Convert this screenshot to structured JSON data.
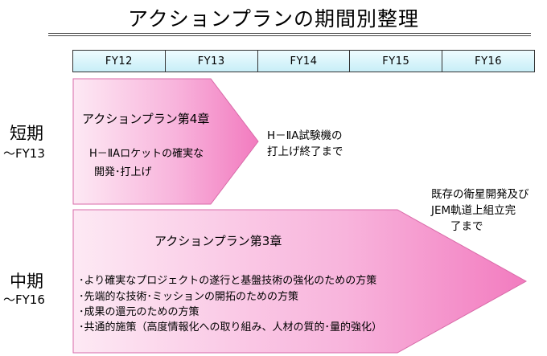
{
  "title": "アクションプランの期間別整理",
  "timeline": [
    "FY12",
    "FY13",
    "FY14",
    "FY15",
    "FY16"
  ],
  "periods": {
    "short": {
      "name": "短期",
      "range": "～FY13"
    },
    "mid": {
      "name": "中期",
      "range": "～FY16"
    }
  },
  "chapter4": {
    "title": "アクションプラン第4章",
    "lines": [
      "H－ⅡAロケットの確実な",
      "開発･打上げ"
    ]
  },
  "chapter4_note": [
    "H－ⅡA試験機の",
    "打上げ終了まで"
  ],
  "chapter3": {
    "title": "アクションプラン第3章",
    "bullets": [
      "･より確実なプロジェクトの遂行と基盤技術の強化のための方策",
      "･先端的な技術･ミッションの開拓のための方策",
      "･成果の還元のための方策",
      "･共通的施策（高度情報化への取り組み、人材の質的･量的強化）"
    ]
  },
  "chapter3_note": [
    "既存の衛星開発及び",
    "JEM軌道上組立完",
    "了まで"
  ],
  "colors": {
    "arrow_light": "#fde9f4",
    "arrow_dark": "#f27bbf",
    "timeline_fill": "#d8f4fa"
  }
}
